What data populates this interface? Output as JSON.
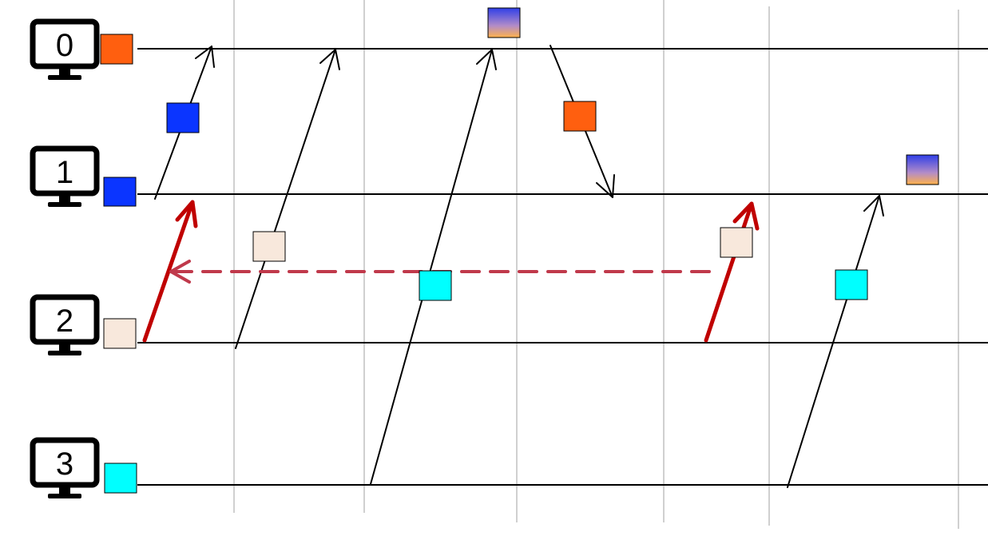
{
  "processes": [
    {
      "label": "0",
      "color": "#FF5F0F",
      "swatch": "solid"
    },
    {
      "label": "1",
      "color": "#0B35FF",
      "swatch": "solid"
    },
    {
      "label": "2",
      "color": "#F8E8DC",
      "swatch": "solid"
    },
    {
      "label": "3",
      "color": "#00FFFF",
      "swatch": "solid"
    }
  ],
  "colors": {
    "timeline": "#000000",
    "gridline": "#C0C0C0",
    "message_arrow": "#000000",
    "highlight_arrow": "#C00000",
    "dashed_arrow": "#C0394B",
    "gradient_top": "#2F3FE8",
    "gradient_mid": "#B28CC8",
    "gradient_bottom": "#FFB24A"
  },
  "messages": [
    {
      "from": "1",
      "to": "0",
      "payload_color": "#0B35FF",
      "style": "normal"
    },
    {
      "from": "2",
      "to": "0",
      "payload_color": "#F8E8DC",
      "style": "normal"
    },
    {
      "from": "3",
      "to": "0",
      "payload_color": "#00FFFF",
      "style": "normal"
    },
    {
      "from": "0",
      "to": "1",
      "payload_color": "#FF5F0F",
      "style": "normal"
    },
    {
      "from": "3",
      "to": "1",
      "payload_color": "#00FFFF",
      "style": "normal"
    },
    {
      "from": "2",
      "to": "1",
      "payload_color": "#F8E8DC",
      "style": "highlight"
    },
    {
      "from": "2",
      "to": "1",
      "payload_color": null,
      "style": "highlight"
    },
    {
      "from": "2",
      "to": "2",
      "payload_color": null,
      "style": "dashed"
    }
  ],
  "state_swatches": [
    {
      "process": "0",
      "fill": "gradient"
    },
    {
      "process": "1",
      "fill": "gradient"
    }
  ]
}
